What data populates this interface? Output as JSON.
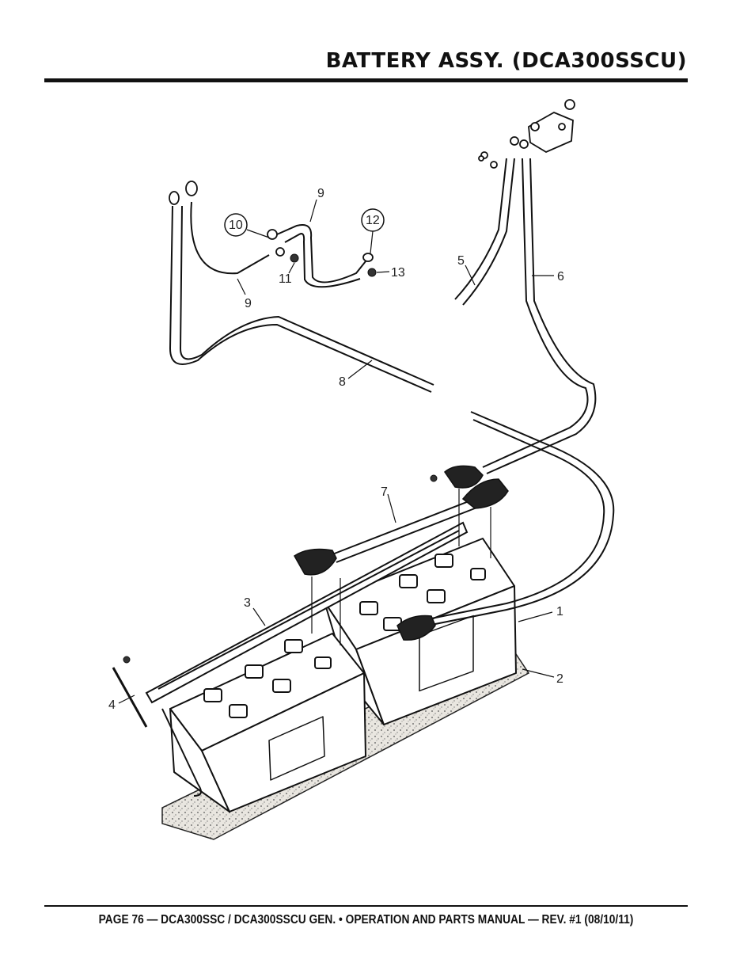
{
  "header": {
    "title": "BATTERY ASSY. (DCA300SSCU)"
  },
  "diagram": {
    "callouts": [
      "1",
      "2",
      "3",
      "4",
      "5",
      "6",
      "7",
      "8",
      "9",
      "9",
      "10",
      "11",
      "12",
      "13"
    ]
  },
  "footer": {
    "text": "PAGE 76 — DCA300SSC / DCA300SSCU GEN. • OPERATION AND PARTS MANUAL — REV. #1 (08/10/11)"
  }
}
